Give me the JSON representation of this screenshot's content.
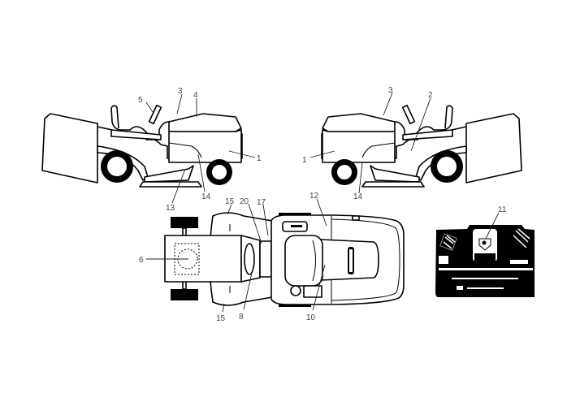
{
  "side_left_labels": {
    "l5": "5",
    "l3": "3",
    "l4": "4",
    "l1": "1",
    "l13": "13",
    "l14": "14"
  },
  "side_right_labels": {
    "l3": "3",
    "l2": "2",
    "l1": "1",
    "l14": "14"
  },
  "top_labels": {
    "l15a": "15",
    "l20": "20",
    "l17": "17",
    "l12": "12",
    "l6": "6",
    "l15b": "15",
    "l8": "8",
    "l10": "10"
  },
  "rear_labels": {
    "l11": "11"
  }
}
